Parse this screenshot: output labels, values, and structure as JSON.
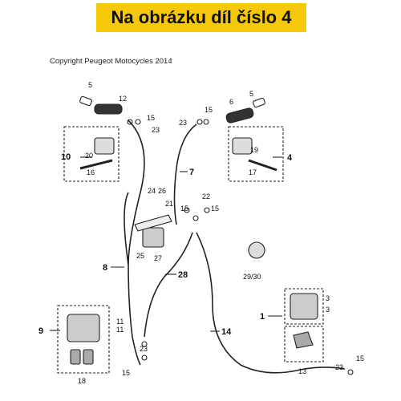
{
  "banner": {
    "text": "Na obrázku díl číslo 4"
  },
  "copyright": "Copyright Peugeot Motocycles 2014",
  "callouts": [
    {
      "id": "c1",
      "text": "1"
    },
    {
      "id": "c3a",
      "text": "3"
    },
    {
      "id": "c3b",
      "text": "3"
    },
    {
      "id": "c4",
      "text": "4"
    },
    {
      "id": "c5a",
      "text": "5"
    },
    {
      "id": "c5b",
      "text": "5"
    },
    {
      "id": "c6",
      "text": "6"
    },
    {
      "id": "c7",
      "text": "7"
    },
    {
      "id": "c8",
      "text": "8"
    },
    {
      "id": "c9",
      "text": "9"
    },
    {
      "id": "c10",
      "text": "10"
    },
    {
      "id": "c11a",
      "text": "11"
    },
    {
      "id": "c11b",
      "text": "11"
    },
    {
      "id": "c12",
      "text": "12"
    },
    {
      "id": "c13",
      "text": "13"
    },
    {
      "id": "c14",
      "text": "14"
    },
    {
      "id": "c15a",
      "text": "15"
    },
    {
      "id": "c15b",
      "text": "15"
    },
    {
      "id": "c15c",
      "text": "15"
    },
    {
      "id": "c15d",
      "text": "15"
    },
    {
      "id": "c15e",
      "text": "15"
    },
    {
      "id": "c15f",
      "text": "15"
    },
    {
      "id": "c16",
      "text": "16"
    },
    {
      "id": "c17",
      "text": "17"
    },
    {
      "id": "c18",
      "text": "18"
    },
    {
      "id": "c19",
      "text": "19"
    },
    {
      "id": "c20",
      "text": "20"
    },
    {
      "id": "c21",
      "text": "21"
    },
    {
      "id": "c22",
      "text": "22"
    },
    {
      "id": "c23a",
      "text": "23"
    },
    {
      "id": "c23b",
      "text": "23"
    },
    {
      "id": "c23c",
      "text": "23"
    },
    {
      "id": "c23d",
      "text": "23"
    },
    {
      "id": "c24",
      "text": "24"
    },
    {
      "id": "c25",
      "text": "25"
    },
    {
      "id": "c26",
      "text": "26"
    },
    {
      "id": "c27",
      "text": "27"
    },
    {
      "id": "c28",
      "text": "28"
    },
    {
      "id": "c2930",
      "text": "29/30"
    }
  ]
}
